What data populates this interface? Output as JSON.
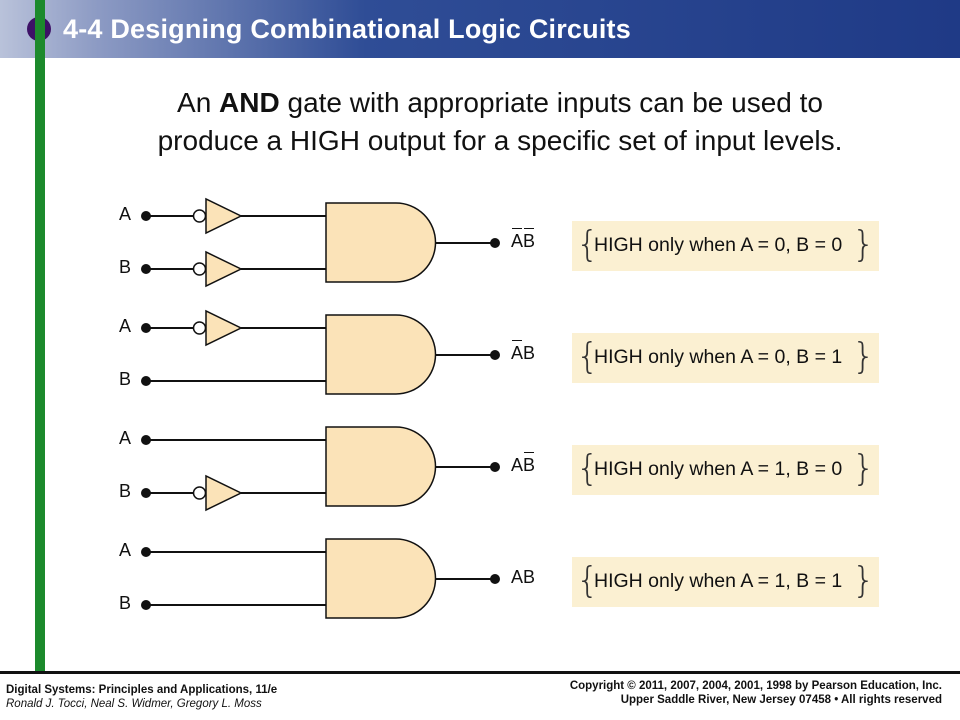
{
  "header": {
    "title": "4-4 Designing Combinational Logic Circuits"
  },
  "intro": {
    "before": "An ",
    "keyword": "AND",
    "line1_rest": " gate with appropriate inputs can be used to",
    "line2": "produce a HIGH output for a specific set of input levels."
  },
  "circuits": [
    {
      "in_a": "A",
      "in_b": "B",
      "output": [
        "A",
        "B"
      ],
      "note": "HIGH only when A = 0, B = 0"
    },
    {
      "in_a": "A",
      "in_b": "B",
      "output": [
        "A",
        "B"
      ],
      "note": "HIGH only when A = 0, B = 1"
    },
    {
      "in_a": "A",
      "in_b": "B",
      "output": [
        "A",
        "B"
      ],
      "note": "HIGH only when A = 1, B = 0"
    },
    {
      "in_a": "A",
      "in_b": "B",
      "output": [
        "A",
        "B"
      ],
      "note": "HIGH only when A = 1, B = 1"
    }
  ],
  "footer": {
    "book": "Digital Systems: Principles and Applications, 11/e",
    "authors": "Ronald J. Tocci, Neal S. Widmer, Gregory L. Moss",
    "copyright": "Copyright © 2011, 2007, 2004, 2001, 1998 by Pearson Education, Inc.",
    "address": "Upper Saddle River, New Jersey 07458 • All rights reserved"
  },
  "colors": {
    "title_bar": "#1f3a86",
    "accent_bar": "#1c8a2c",
    "title_bullet": "#3d1166",
    "gate_fill": "#fbe3b8",
    "note_fill": "#fbf0d2"
  }
}
